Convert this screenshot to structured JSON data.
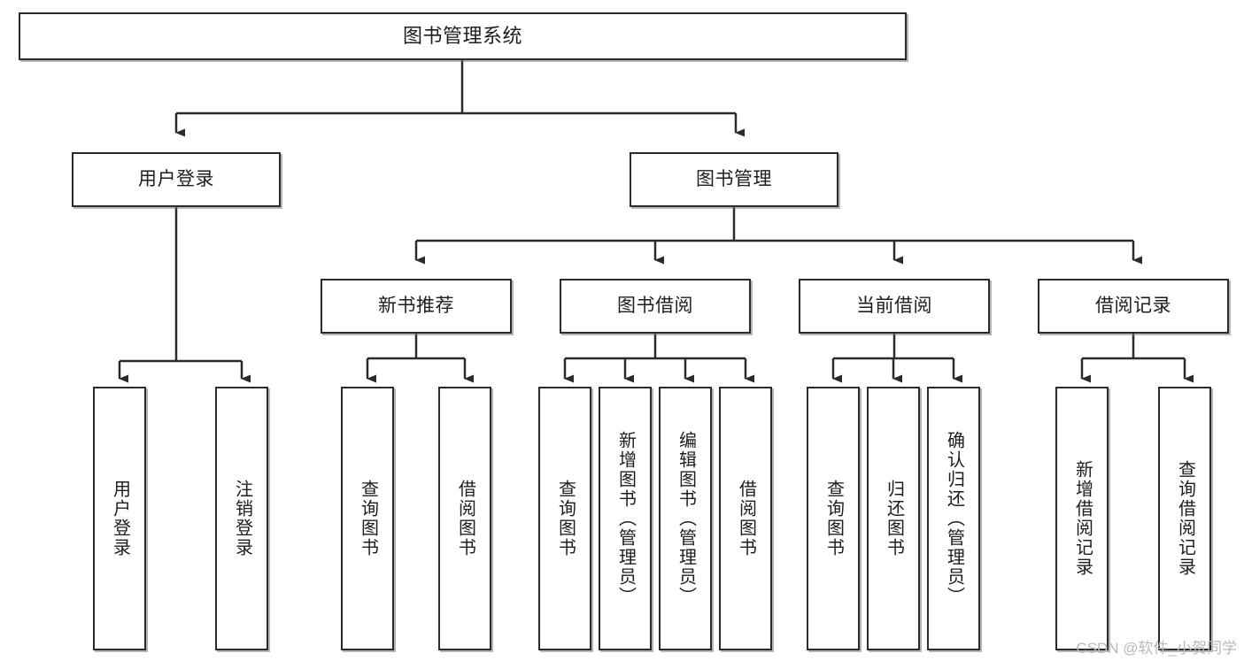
{
  "diagram": {
    "title": "图书管理系统",
    "type": "hierarchy-tree",
    "orientation": "top-down",
    "colors": {
      "box_border": "#2b2b2b",
      "box_fill": "#ffffff",
      "connector": "#2b2b2b",
      "text": "#1d1d1d",
      "watermark": "#b9b9b9",
      "background": "#ffffff"
    },
    "levels": 4
  },
  "nodes": {
    "root": {
      "label": "图书管理系统"
    },
    "level2": [
      {
        "id": "user-login",
        "label": "用户登录"
      },
      {
        "id": "book-management",
        "label": "图书管理"
      }
    ],
    "level3": [
      {
        "id": "new-book-recommend",
        "label": "新书推荐"
      },
      {
        "id": "book-borrow",
        "label": "图书借阅"
      },
      {
        "id": "current-borrow",
        "label": "当前借阅"
      },
      {
        "id": "borrow-record",
        "label": "借阅记录"
      }
    ],
    "leaves": {
      "user_login": [
        {
          "id": "leaf-user-login",
          "label": "用户登录"
        },
        {
          "id": "leaf-logout-login",
          "label": "注销登录"
        }
      ],
      "new_book_recommend": [
        {
          "id": "leaf-query-book-1",
          "label": "查询图书"
        },
        {
          "id": "leaf-borrow-book-1",
          "label": "借阅图书"
        }
      ],
      "book_borrow": [
        {
          "id": "leaf-query-book-2",
          "label": "查询图书"
        },
        {
          "id": "leaf-add-book",
          "label": "新增图书（管理员）"
        },
        {
          "id": "leaf-edit-book",
          "label": "编辑图书（管理员）"
        },
        {
          "id": "leaf-borrow-book-2",
          "label": "借阅图书"
        }
      ],
      "current_borrow": [
        {
          "id": "leaf-query-book-3",
          "label": "查询图书"
        },
        {
          "id": "leaf-return-book",
          "label": "归还图书"
        },
        {
          "id": "leaf-confirm-return",
          "label": "确认归还（管理员）"
        }
      ],
      "borrow_record": [
        {
          "id": "leaf-add-record",
          "label": "新增借阅记录"
        },
        {
          "id": "leaf-query-record",
          "label": "查询借阅记录"
        }
      ]
    }
  },
  "watermark": {
    "text": "CSDN @软件_小贺同学"
  }
}
